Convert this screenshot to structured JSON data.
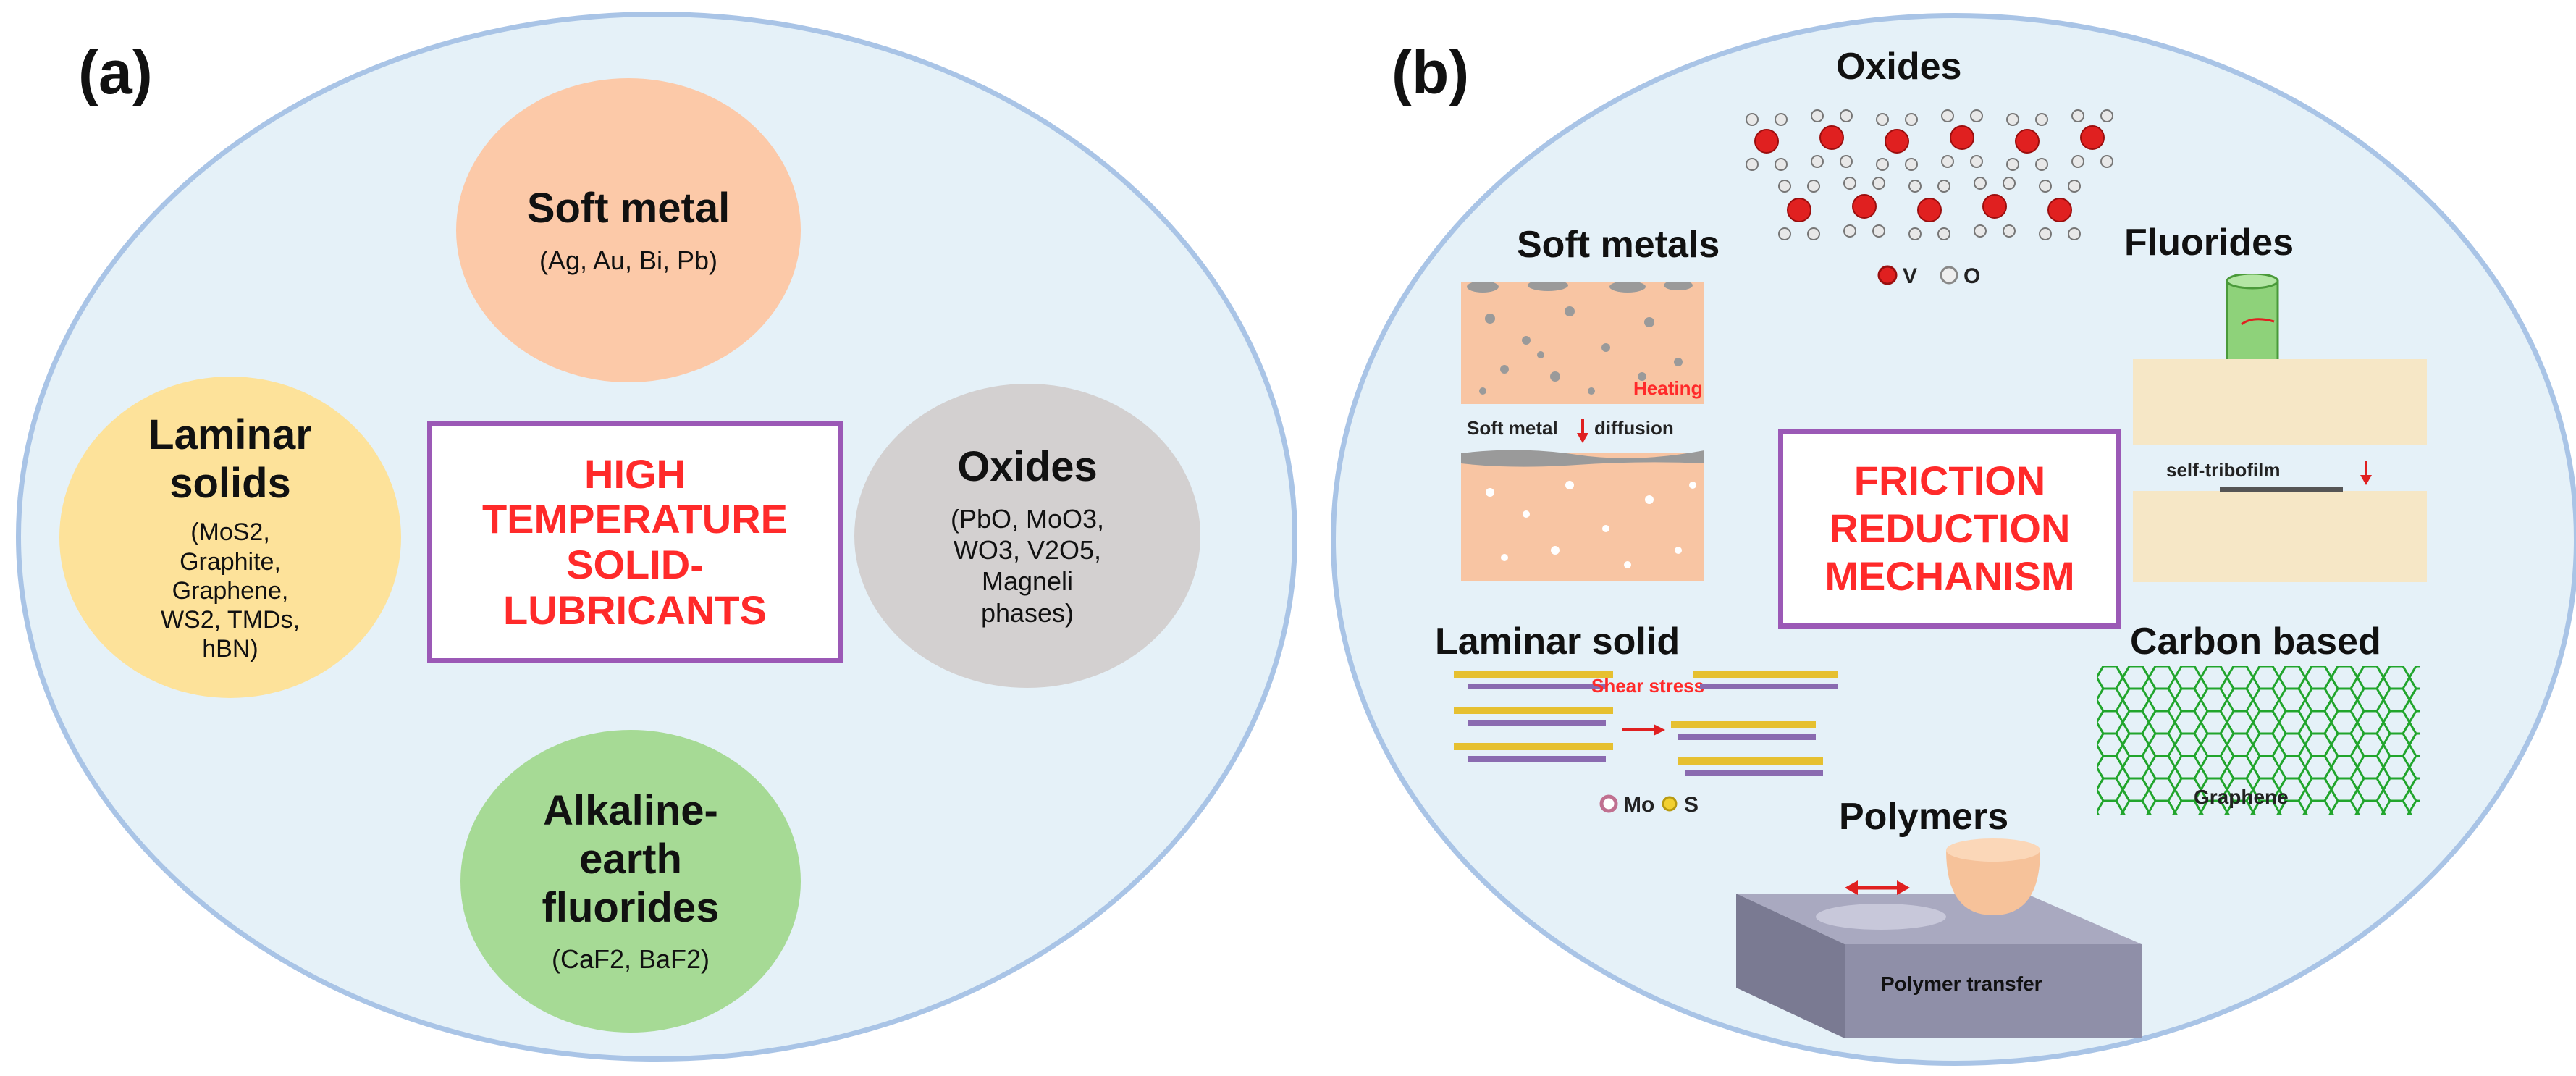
{
  "panel_a": {
    "label": "(a)",
    "center": [
      "HIGH",
      "TEMPERATURE",
      "SOLID-",
      "LUBRICANTS"
    ],
    "soft_metal": {
      "title": "Soft metal",
      "sub": "(Ag, Au, Bi, Pb)"
    },
    "laminar": {
      "title": [
        "Laminar",
        "solids"
      ],
      "sub_lines": [
        "(MoS2,",
        "Graphite,",
        "Graphene,",
        "WS2, TMDs,",
        "hBN)"
      ]
    },
    "oxides": {
      "title": "Oxides",
      "sub_lines": [
        "(PbO, MoO3,",
        "WO3, V2O5,",
        "Magneli",
        "phases)"
      ]
    },
    "fluorides": {
      "title": [
        "Alkaline-",
        "earth",
        "fluorides"
      ],
      "sub": "(CaF2, BaF2)"
    },
    "colors": {
      "soft_metal": "#fcc9a8",
      "laminar": "#fde29a",
      "oxides": "#d3d0d0",
      "fluorides": "#a6da95",
      "ellipse_fill": "#e5f1f8",
      "ellipse_border": "#a9c4e6",
      "box_border": "#9b59b6",
      "box_text": "#ff2a2a"
    }
  },
  "panel_b": {
    "label": "(b)",
    "center": [
      "FRICTION",
      "REDUCTION",
      "MECHANISM"
    ],
    "oxides": {
      "title": "Oxides",
      "legend_v": "V",
      "legend_o": "O"
    },
    "soft_metals": {
      "title": "Soft metals",
      "heating": "Heating",
      "diffusion_left": "Soft metal",
      "diffusion_right": "diffusion"
    },
    "fluorides": {
      "title": "Fluorides",
      "tribofilm": "self-tribofilm"
    },
    "laminar": {
      "title": "Laminar solid",
      "shear": "Shear stress",
      "legend_mo": "Mo",
      "legend_s": "S"
    },
    "carbon": {
      "title": "Carbon based",
      "graphene": "Graphene"
    },
    "polymers": {
      "title": "Polymers",
      "transfer": "Polymer transfer"
    }
  }
}
